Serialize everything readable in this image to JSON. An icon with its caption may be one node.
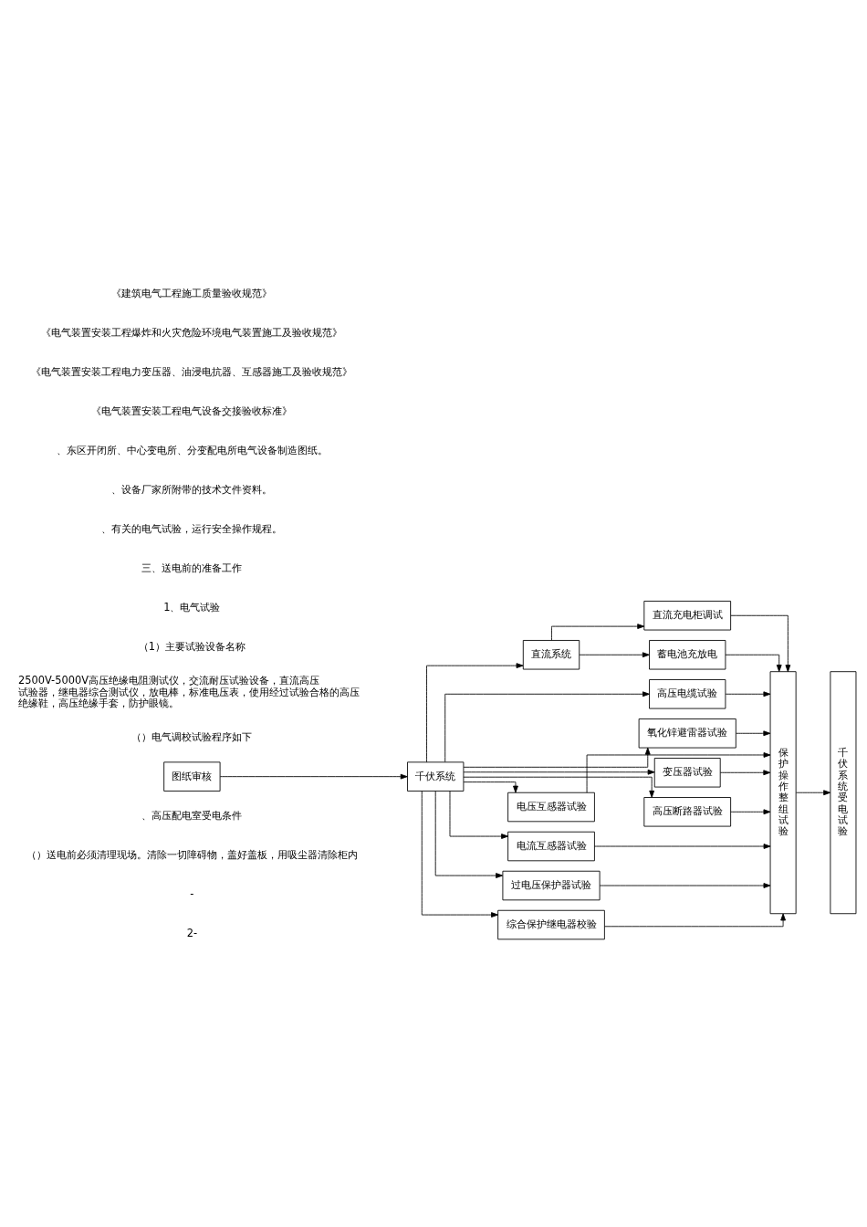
{
  "diagram": {
    "nodes": [
      {
        "text": [
          "图纸审核"
        ]
      },
      {
        "text": [
          "千伏系统"
        ]
      },
      {
        "text": [
          "直流系统"
        ]
      },
      {
        "text": [
          "高压电缆试验"
        ]
      },
      {
        "text": [
          "氧化锌避雷器试验"
        ]
      },
      {
        "text": [
          "变压器试验"
        ]
      },
      {
        "text": [
          "高压断路器试验"
        ]
      },
      {
        "text": [
          "电压互感器试验"
        ]
      },
      {
        "text": [
          "电流互感器试验"
        ]
      },
      {
        "text": [
          "过电压保护器试验"
        ]
      },
      {
        "text": [
          "综合保护继电器校验"
        ]
      },
      {
        "text": [
          "直流充电柜调试"
        ]
      },
      {
        "text": [
          "蓄电池充放电"
        ]
      },
      {
        "text": [
          "保护操作整组试验"
        ]
      },
      {
        "text": [
          "千伏系统受电试验"
        ]
      }
    ],
    "edges": [
      {
        "from": 0,
        "to": 1,
        "arrow": "to"
      },
      {
        "from": 1,
        "to": 2,
        "arrow": "to"
      },
      {
        "from": 1,
        "to": 3,
        "arrow": "to"
      },
      {
        "from": 1,
        "to": 4,
        "arrow": "to"
      },
      {
        "from": 1,
        "to": 5,
        "arrow": "to"
      },
      {
        "from": 1,
        "to": 6,
        "arrow": "to"
      },
      {
        "from": 1,
        "to": 7,
        "arrow": "to"
      },
      {
        "from": 1,
        "to": 8,
        "arrow": "to"
      },
      {
        "from": 1,
        "to": 9,
        "arrow": "to"
      },
      {
        "from": 1,
        "to": 10,
        "arrow": "to"
      },
      {
        "from": 2,
        "to": 11,
        "arrow": "to"
      },
      {
        "from": 2,
        "to": 12,
        "arrow": "to"
      },
      {
        "from": 3,
        "to": 13,
        "arrow": "to"
      },
      {
        "from": 4,
        "to": 13,
        "arrow": "to"
      },
      {
        "from": 5,
        "to": 13,
        "arrow": "to"
      },
      {
        "from": 6,
        "to": 13,
        "arrow": "to"
      },
      {
        "from": 7,
        "to": 13,
        "arrow": "to"
      },
      {
        "from": 8,
        "to": 13,
        "arrow": "to"
      },
      {
        "from": 9,
        "to": 13,
        "arrow": "to"
      },
      {
        "from": 10,
        "to": 13,
        "arrow": "to"
      },
      {
        "from": 11,
        "to": 13,
        "arrow": "to"
      },
      {
        "from": 12,
        "to": 13,
        "arrow": "to"
      },
      {
        "from": 13,
        "to": 14,
        "arrow": "to"
      }
    ],
    "labels": [
      "《建筑电气工程施工质量验收规范》",
      "《电气装置安装工程爆炸和火灾危险环境电气装置施工及验收规范》",
      "《电气装置安装工程电力变压器、油浸电抗器、互感器施工及验收规范》",
      "《电气装置安装工程电气设备交接验收标准》",
      "、东区开闭所、中心变电所、分变配电所电气设备制造图纸。",
      "、设备厂家所附带的技术文件资料。",
      "、有关的电气试验，运行安全操作规程。",
      "三、送电前的准备工作",
      "1、电气试验",
      "（1）主要试验设备名称",
      "2500V-5000V高压绝缘电阻测试仪，交流耐压试验设备，直流高压试验器，继电器综合测试仪，放电棒，标准电压表，使用经过试验合格的高压绝缘鞋，高压绝缘手套，防护眼镜。",
      "（）电气调校试验程序如下",
      "、高压配电室受电条件",
      "（）送电前必须清理现场。清除一切障碍物，盖好盖板，用吸尘器清除柜内",
      "-",
      "2-"
    ]
  }
}
